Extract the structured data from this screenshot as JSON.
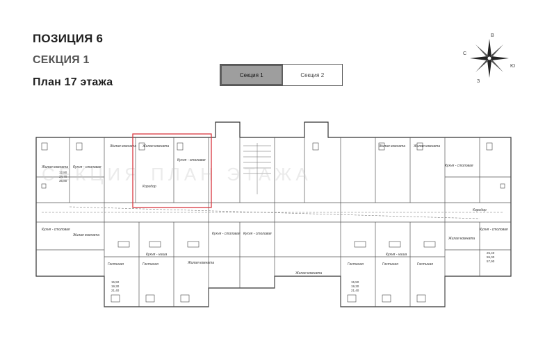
{
  "header": {
    "position": "ПОЗИЦИЯ 6",
    "section": "СЕКЦИЯ 1",
    "plan": "План 17 этажа"
  },
  "tabs": [
    {
      "label": "Секция 1",
      "active": true
    },
    {
      "label": "Секция 2",
      "active": false
    }
  ],
  "compass": {
    "north": "В",
    "west": "С",
    "east": "Ю",
    "south": "З"
  },
  "plan": {
    "room_labels": {
      "living": "Жилая комната",
      "kitchen_living": "Кухня - столовая",
      "guest": "Гостиная",
      "corridor": "Коридор",
      "kitchen_niche": "Кухня - ниша"
    },
    "area_figures": [
      "15,50",
      "19,30",
      "21,40",
      "12,80",
      "24,70",
      "36,80",
      "15,50",
      "19,30",
      "21,40",
      "25,40",
      "55,00",
      "57,90"
    ],
    "highlight_color": "#d9363e"
  }
}
